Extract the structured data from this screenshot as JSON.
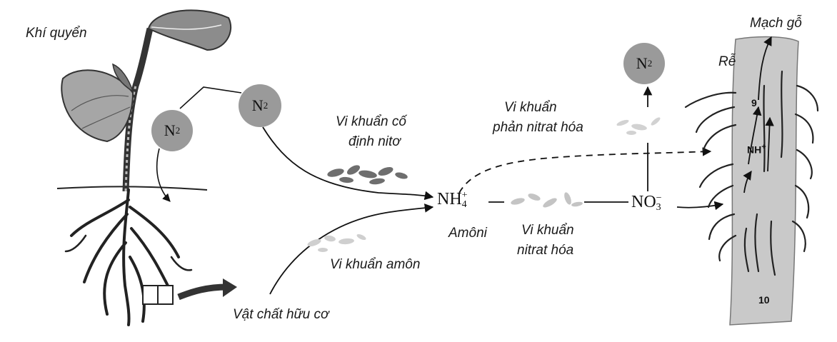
{
  "labels": {
    "atmosphere": "Khí quyển",
    "xylem": "Mạch gỗ",
    "root": "Rễ",
    "fixing_bacteria_line1": "Vi khuẩn cố",
    "fixing_bacteria_line2": "định nitơ",
    "denitrifying_line1": "Vi khuẩn",
    "denitrifying_line2": "phản nitrat hóa",
    "ammonium_name": "Amôni",
    "nitrifying_line1": "Vi khuẩn",
    "nitrifying_line2": "nitrat hóa",
    "ammonifying": "Vi khuẩn amôn",
    "organic_matter": "Vật chất hữu cơ"
  },
  "chemicals": {
    "n2_main": "N",
    "n2_sub": "2",
    "nh4_main": "NH",
    "nh4_sub": "4",
    "nh4_sup": "+",
    "no3_main": "NO",
    "no3_sub": "3",
    "no3_sup": "−"
  },
  "root_markers": {
    "nh4_label": "NH",
    "nh4_sup": "+",
    "num_9": "9",
    "num_10": "10"
  },
  "colors": {
    "molecule_fill": "#9a9a9a",
    "bacteria_dark": "#6e6e6e",
    "bacteria_light": "#c8c8c8",
    "root_fill": "#c9c9c9"
  }
}
